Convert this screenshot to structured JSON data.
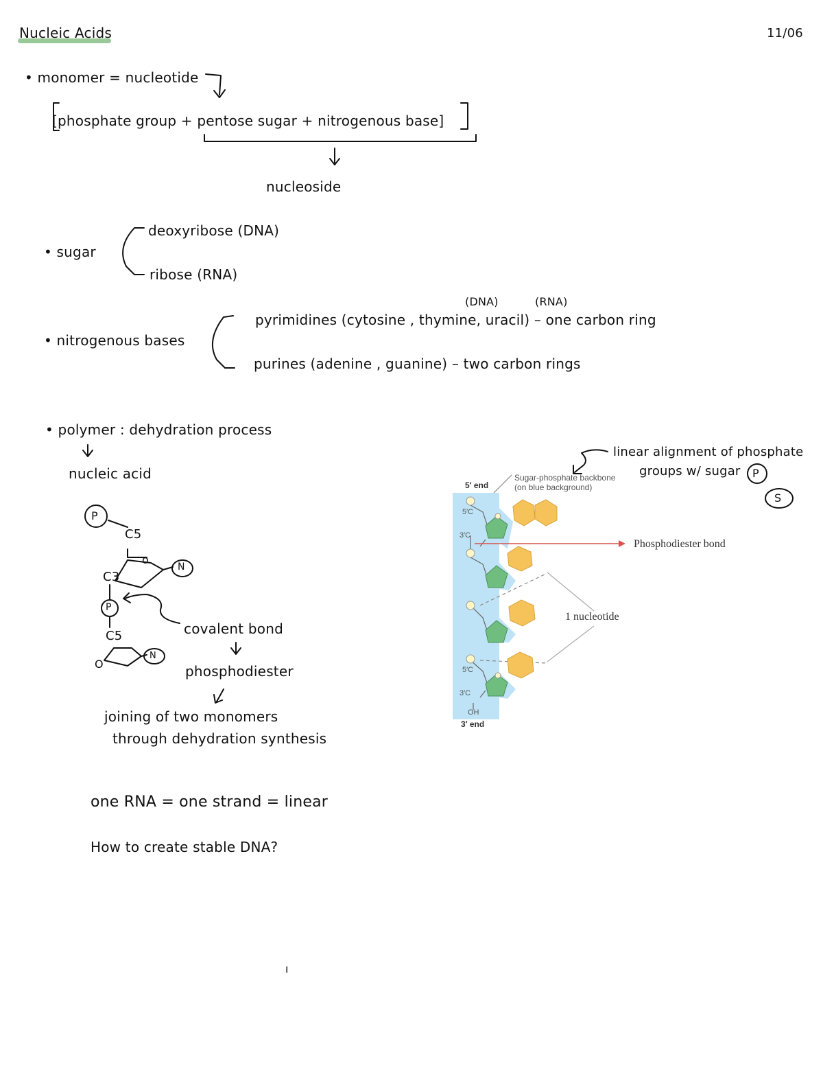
{
  "header": {
    "title": "Nucleic Acids",
    "date": "11/06"
  },
  "monomer": {
    "line": "• monomer = nucleotide",
    "components": "[phosphate group  +  pentose sugar + nitrogenous base]",
    "nucleoside": "nucleoside"
  },
  "sugar": {
    "label": "• sugar",
    "options": [
      "deoxyribose (DNA)",
      "ribose (RNA)"
    ]
  },
  "bases": {
    "label": "• nitrogenous bases",
    "dna_note": "(DNA)",
    "rna_note": "(RNA)",
    "pyrimidines": "pyrimidines  (cytosine , thymine, uracil)  – one carbon ring",
    "purines": "purines  (adenine , guanine)  – two carbon rings"
  },
  "polymer": {
    "line": "• polymer : dehydration process",
    "result": "nucleic acid",
    "covalent": "covalent bond",
    "phosphodiester": "phosphodiester",
    "joining_1": "joining of two monomers",
    "joining_2": "through dehydration synthesis",
    "rna_line": "one RNA = one strand = linear",
    "question": "How to create stable DNA?"
  },
  "structure_labels": {
    "p": "P",
    "c5": "C5",
    "o": "o",
    "n": "N",
    "c3": "C3",
    "oh": "O"
  },
  "figure": {
    "end5": "5′ end",
    "end3": "3′ end",
    "backbone_1": "Sugar-phosphate backbone",
    "backbone_2": "(on blue background)",
    "bond": "Phosphodiester bond",
    "nucleotide": "1 nucleotide",
    "c5": "5′C",
    "c3": "3′C",
    "oh": "OH",
    "note_1": "linear alignment of phosphate",
    "note_2": "groups w/ sugar",
    "p": "P",
    "s": "S"
  },
  "colors": {
    "highlight": "#8ec28e",
    "backbone": "#bfe3f6",
    "sugar": "#6fbd7f",
    "base": "#f6c35a",
    "bond_arrow": "#d9534f"
  },
  "stray_mark": "ı"
}
